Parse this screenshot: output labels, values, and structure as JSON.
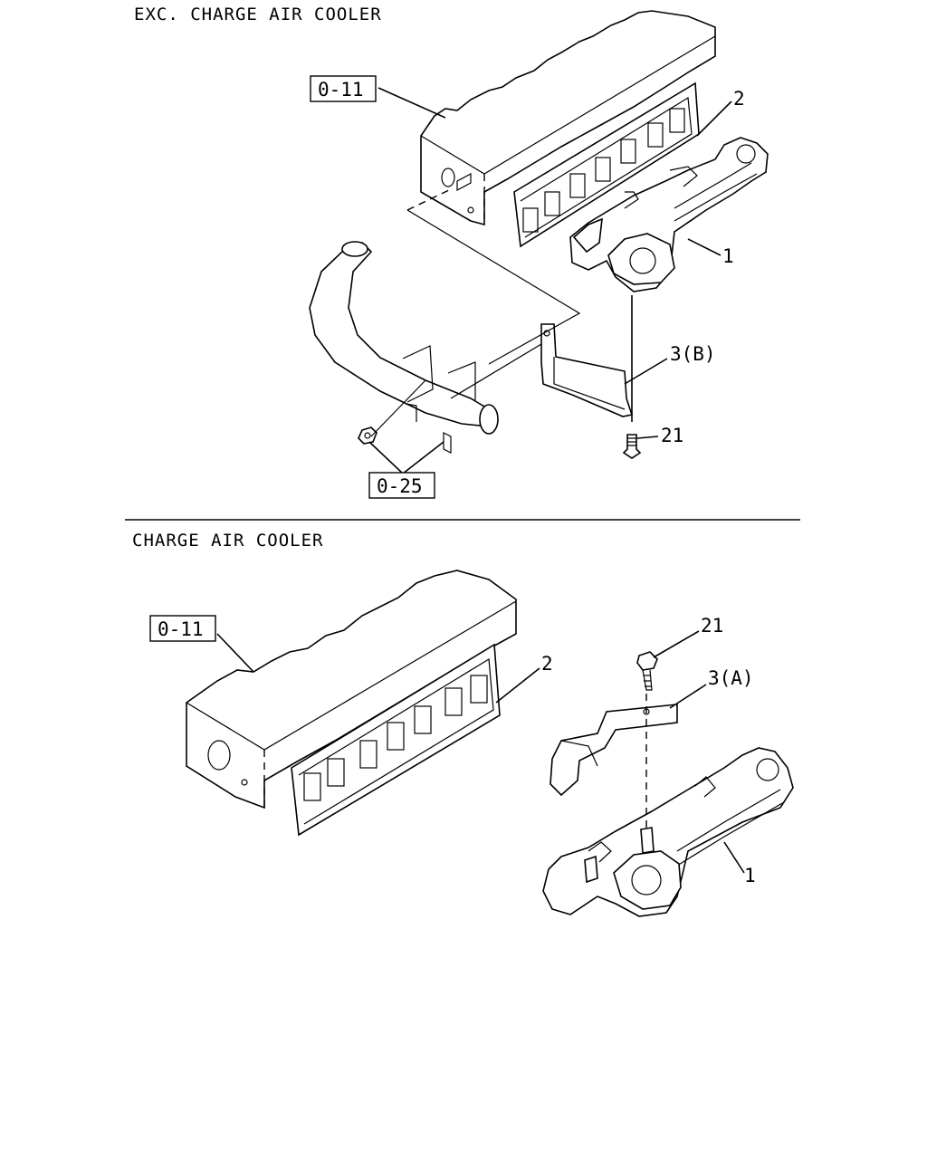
{
  "sections": [
    {
      "title": "EXC. CHARGE AIR COOLER",
      "refs": [
        "0-11",
        "0-25"
      ],
      "callouts": [
        "2",
        "1",
        "3(B)",
        "21"
      ]
    },
    {
      "title": "CHARGE AIR COOLER",
      "refs": [
        "0-11"
      ],
      "callouts": [
        "2",
        "21",
        "3(A)",
        "1"
      ]
    }
  ]
}
